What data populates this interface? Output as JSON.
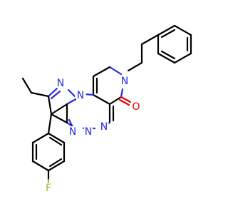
{
  "structure": {
    "atoms": {
      "N_pyridone": {
        "label": "N",
        "color": "#2a2ae0"
      },
      "O_carbonyl": {
        "label": "O",
        "color": "#e00000"
      },
      "N_pyrazole_1": {
        "label": "N",
        "color": "#2a2ae0"
      },
      "N_pyrazole_2": {
        "label": "N",
        "color": "#2a2ae0"
      },
      "N_triazine_1": {
        "label": "N",
        "color": "#2a2ae0"
      },
      "N_triazine_2": {
        "label": "N",
        "color": "#2a2ae0"
      },
      "N_triazine_3": {
        "label": "N",
        "color": "#2a2ae0"
      },
      "F_fluoro": {
        "label": "F",
        "color": "#8fbf3f"
      }
    }
  }
}
